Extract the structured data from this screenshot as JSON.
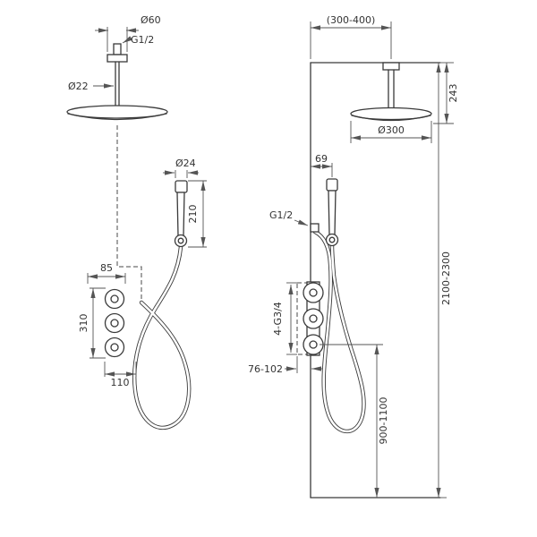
{
  "page": {
    "background": "#ffffff",
    "line_color": "#3a3a3a"
  },
  "labels": {
    "left": {
      "flange_diameter": "Ø60",
      "ceiling_thread": "G1/2",
      "arm_diameter": "Ø22",
      "handshower_diameter": "Ø24",
      "handshower_length": "210",
      "valve_offset": "85",
      "valve_trim_height": "310",
      "valve_trim_width": "110"
    },
    "right": {
      "ceiling_distance": "(300-400)",
      "arm_length": "243",
      "head_diameter": "Ø300",
      "handshower_wall_offset": "69",
      "outlet_thread": "G1/2",
      "valve_connections": "4-G3/4",
      "recess_depth": "76-102",
      "valve_mounting_height": "900-1100",
      "installation_height": "2100-2300"
    }
  }
}
